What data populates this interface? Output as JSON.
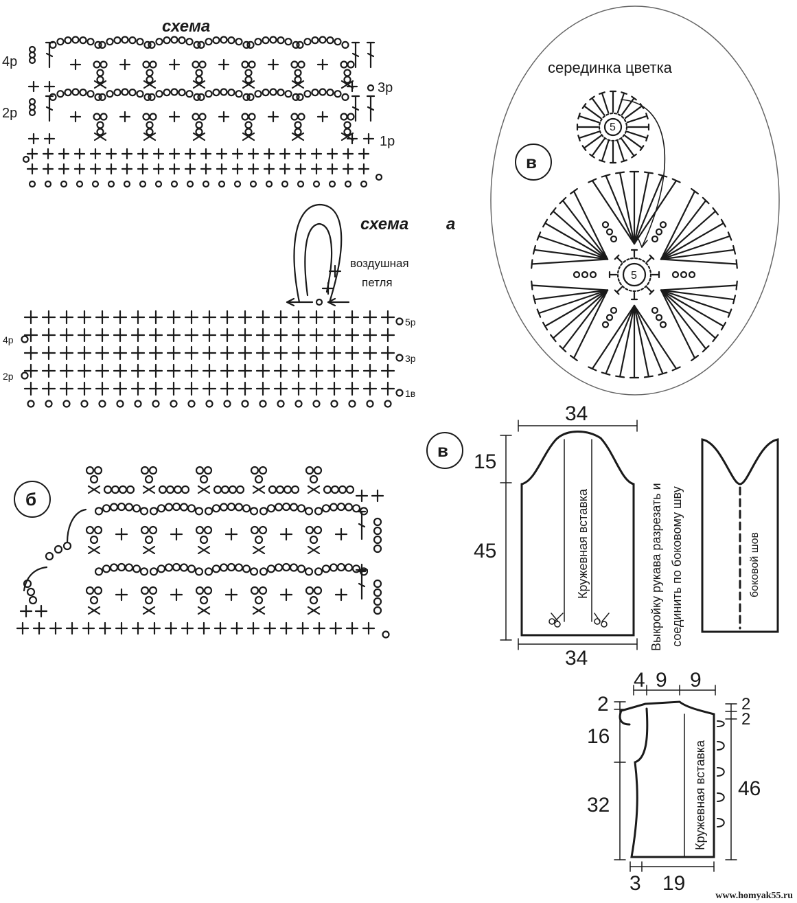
{
  "diagram": {
    "title_main": "схема",
    "title_a": "схема",
    "label_a": "а",
    "label_b": "б",
    "label_v": "в",
    "label_v2": "в",
    "flower_title": "серединка цветка",
    "flower_center": "5",
    "air_loop_line1": "воздушная",
    "air_loop_line2": "петля",
    "rows_main": [
      "4р",
      "3р",
      "2р",
      "1р"
    ],
    "rows_a": [
      "5р",
      "4р",
      "3р",
      "2р",
      "1в"
    ],
    "sleeve": {
      "top_width": "34",
      "bottom_width": "34",
      "cap_height": "15",
      "height": "45",
      "insert_label": "Кружевная вставка",
      "instruction_line1": "Выкройку рукава разрезать и",
      "instruction_line2": "соединить по боковому шву",
      "side_seam": "боковой шов"
    },
    "front": {
      "w_4": "4",
      "w_9a": "9",
      "w_9b": "9",
      "h_2_left": "2",
      "h_16": "16",
      "h_32": "32",
      "h_2_right_a": "2",
      "h_2_right_b": "2",
      "h_46": "46",
      "w_3": "3",
      "w_19": "19",
      "insert_label": "Кружевная вставка"
    },
    "watermark": "www.homyak55.ru"
  }
}
